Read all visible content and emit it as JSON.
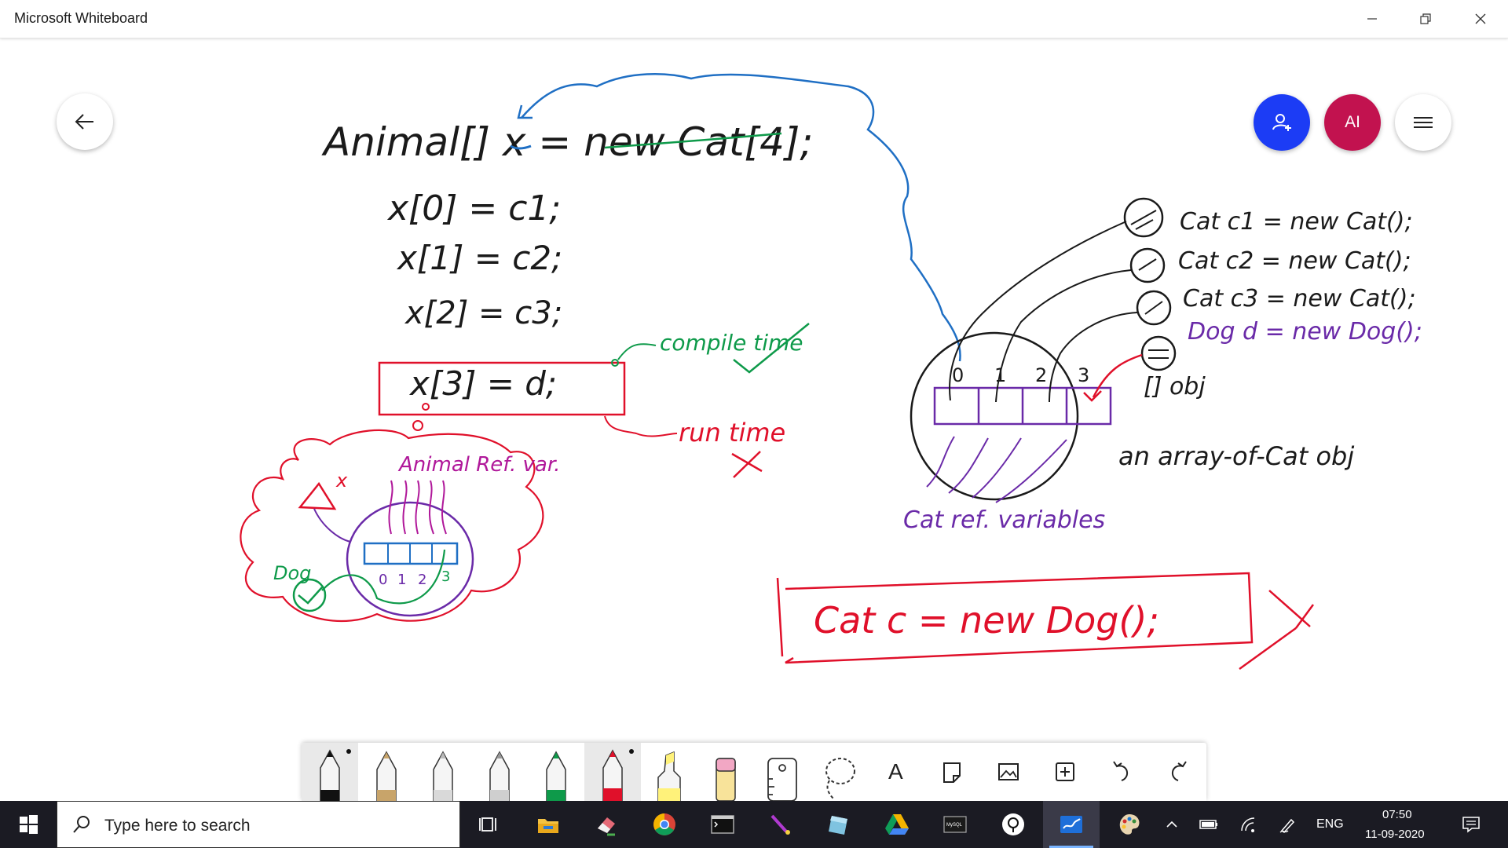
{
  "window": {
    "title": "Microsoft Whiteboard"
  },
  "header_buttons": {
    "avatar_initials": "AI"
  },
  "ink": {
    "line1": "Animal[] x = new Cat[4];",
    "line2": "x[0] = c1;",
    "line3": "x[1] = c2;",
    "line4": "x[2] = c3;",
    "line5": "x[3] = d;",
    "compile_note": "compile time",
    "runtime_note": "run time",
    "ref_var_label": "Animal Ref. var.",
    "dog_label": "Dog",
    "small_x_label": "x",
    "index_labels": [
      "0",
      "1",
      "2",
      "3"
    ],
    "right_line1": "Cat c1 = new Cat();",
    "right_line2": "Cat c2 = new Cat();",
    "right_line3": "Cat c3 = new Cat();",
    "right_line4": "Dog d = new Dog();",
    "obj_label": "[] obj",
    "array_label": "an array-of-Cat obj",
    "cat_ref_label": "Cat ref. variables",
    "bottom_statement": "Cat c = new Dog();",
    "array_indices": [
      "0",
      "1",
      "2",
      "3"
    ]
  },
  "colors": {
    "ink_black": "#1a1a1a",
    "ink_blue": "#1f6fc4",
    "ink_green": "#0e9a4a",
    "ink_red": "#e0102a",
    "ink_purple": "#6a2aa8",
    "ink_magenta": "#b0189a",
    "avatar_bg": "#c2124f",
    "share_bg": "#1c3cf5",
    "taskbar_bg": "#1b1b23"
  },
  "toolbar": {
    "tools": [
      "black-pen",
      "gold-pen",
      "silver-pen",
      "gray-pen",
      "green-pen",
      "red-pen",
      "highlighter",
      "eraser",
      "ruler",
      "lasso",
      "text-tool",
      "sticky-note",
      "image",
      "add-item",
      "undo",
      "redo"
    ],
    "text_tool_glyph": "A"
  },
  "taskbar": {
    "search_placeholder": "Type here to search",
    "language": "ENG",
    "time": "07:50",
    "date": "11-09-2020",
    "terminal_label": "MySQL"
  }
}
